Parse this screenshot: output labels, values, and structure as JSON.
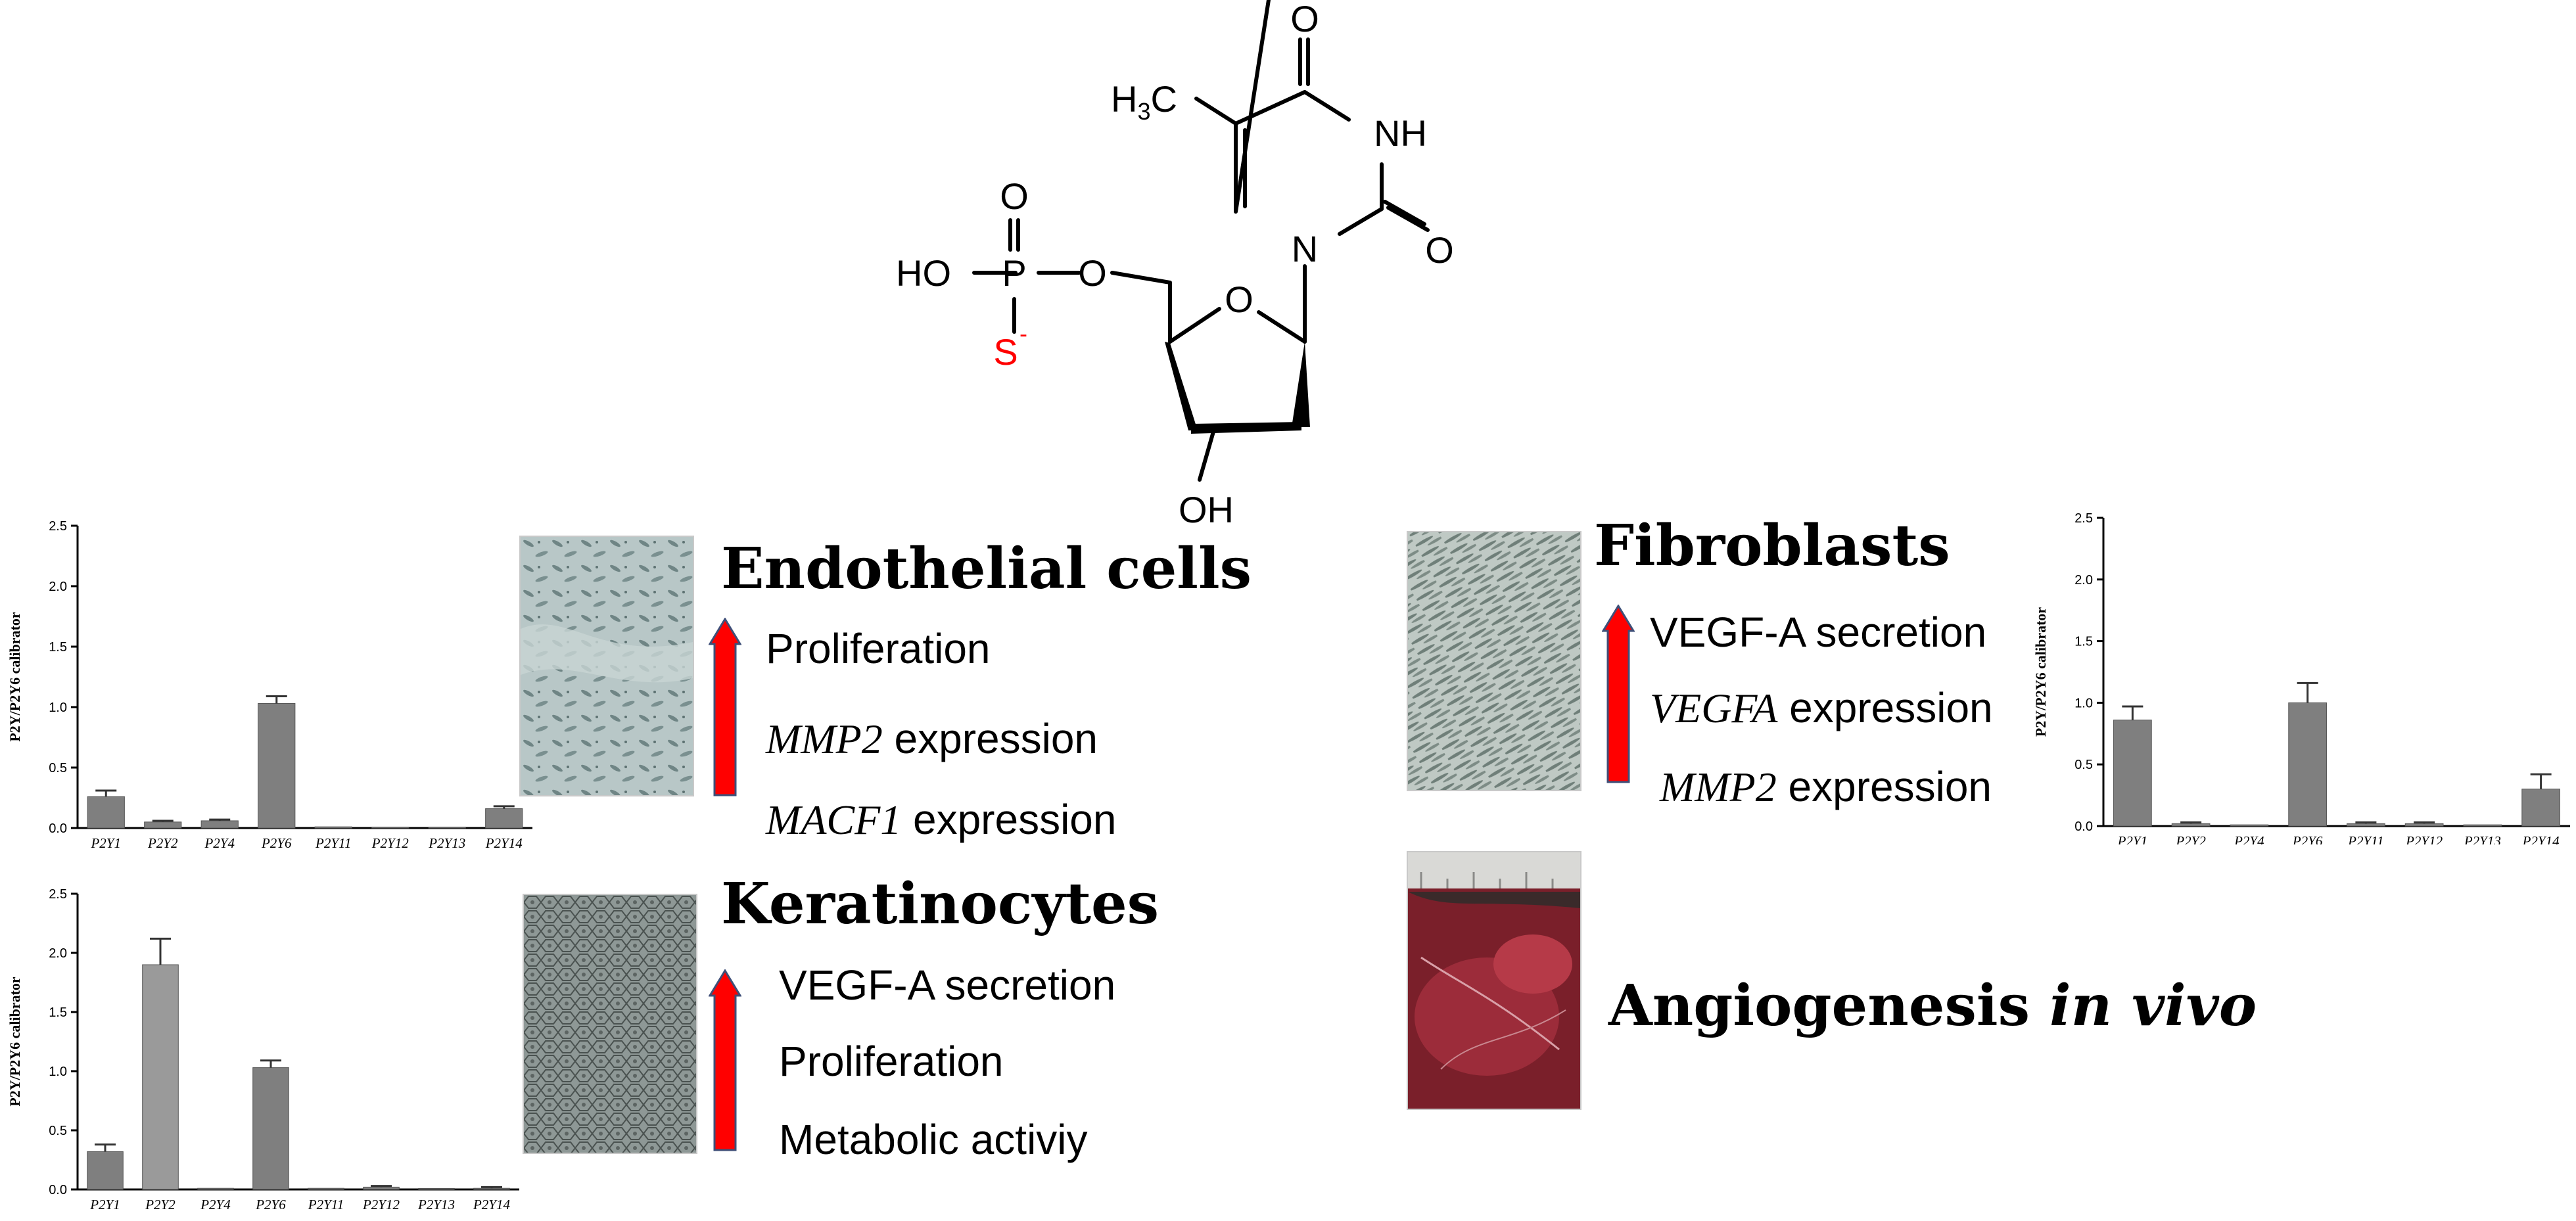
{
  "molecule": {
    "methyl": "H3C",
    "oxo_top": "O",
    "nh": "NH",
    "oxo_right": "O",
    "n": "N",
    "ring_o": "O",
    "oh": "OH",
    "p": "P",
    "p_oxo": "O",
    "ho": "HO",
    "ester_o": "O",
    "s": "S",
    "s_charge": "-",
    "colors": {
      "bonds": "#000000",
      "sulfur": "#ff0000"
    }
  },
  "panels": {
    "endothelial": {
      "heading": "Endothelial cells",
      "items": [
        {
          "gene": "",
          "text": "Proliferation"
        },
        {
          "gene": "MMP2",
          "text": " expression"
        },
        {
          "gene": "MACF1",
          "text": " expression"
        }
      ]
    },
    "keratinocytes": {
      "heading": "Keratinocytes",
      "items": [
        {
          "gene": "",
          "text": "VEGF-A secretion"
        },
        {
          "gene": "",
          "text": "Proliferation"
        },
        {
          "gene": "",
          "text": "Metabolic activiy"
        }
      ]
    },
    "fibroblasts": {
      "heading": "Fibroblasts",
      "items": [
        {
          "gene": "",
          "text": "VEGF-A secretion"
        },
        {
          "gene": "VEGFA",
          "text": " expression"
        },
        {
          "gene": "MMP2",
          "text": "  expression"
        }
      ]
    },
    "angiogenesis": {
      "heading_main": "Angiogenesis ",
      "heading_italic": "in vivo"
    }
  },
  "arrow_color": "#ff0000",
  "chart_data": [
    {
      "type": "bar",
      "categories": [
        "P2Y1",
        "P2Y2",
        "P2Y4",
        "P2Y6",
        "P2Y11",
        "P2Y12",
        "P2Y13",
        "P2Y14"
      ],
      "values": [
        0.26,
        0.05,
        0.06,
        1.03,
        0.01,
        0.0,
        0.0,
        0.16
      ],
      "errors": [
        0.05,
        0.01,
        0.01,
        0.06,
        0.0,
        0.0,
        0.0,
        0.02
      ],
      "ylabel": "P2Y/P2Y6 calibrator",
      "yticks": [
        "0.0",
        "0.5",
        "1.0",
        "1.5",
        "2.0",
        "2.5"
      ],
      "ylim": [
        0,
        2.5
      ]
    },
    {
      "type": "bar",
      "categories": [
        "P2Y1",
        "P2Y2",
        "P2Y4",
        "P2Y6",
        "P2Y11",
        "P2Y12",
        "P2Y13",
        "P2Y14"
      ],
      "values": [
        0.32,
        1.9,
        0.01,
        1.03,
        0.01,
        0.02,
        0.0,
        0.01
      ],
      "errors": [
        0.06,
        0.22,
        0.0,
        0.06,
        0.0,
        0.01,
        0.0,
        0.01
      ],
      "ylabel": "P2Y/P2Y6 calibrator",
      "yticks": [
        "0.0",
        "0.5",
        "1.0",
        "1.5",
        "2.0",
        "2.5"
      ],
      "ylim": [
        0,
        2.5
      ]
    },
    {
      "type": "bar",
      "categories": [
        "P2Y1",
        "P2Y2",
        "P2Y4",
        "P2Y6",
        "P2Y11",
        "P2Y12",
        "P2Y13",
        "P2Y14"
      ],
      "values": [
        0.86,
        0.02,
        0.01,
        1.0,
        0.02,
        0.02,
        0.01,
        0.3
      ],
      "errors": [
        0.11,
        0.01,
        0.0,
        0.16,
        0.01,
        0.01,
        0.0,
        0.12
      ],
      "ylabel": "P2Y/P2Y6 calibrator",
      "yticks": [
        "0.0",
        "0.5",
        "1.0",
        "1.5",
        "2.0",
        "2.5"
      ],
      "ylim": [
        0,
        2.5
      ]
    }
  ]
}
